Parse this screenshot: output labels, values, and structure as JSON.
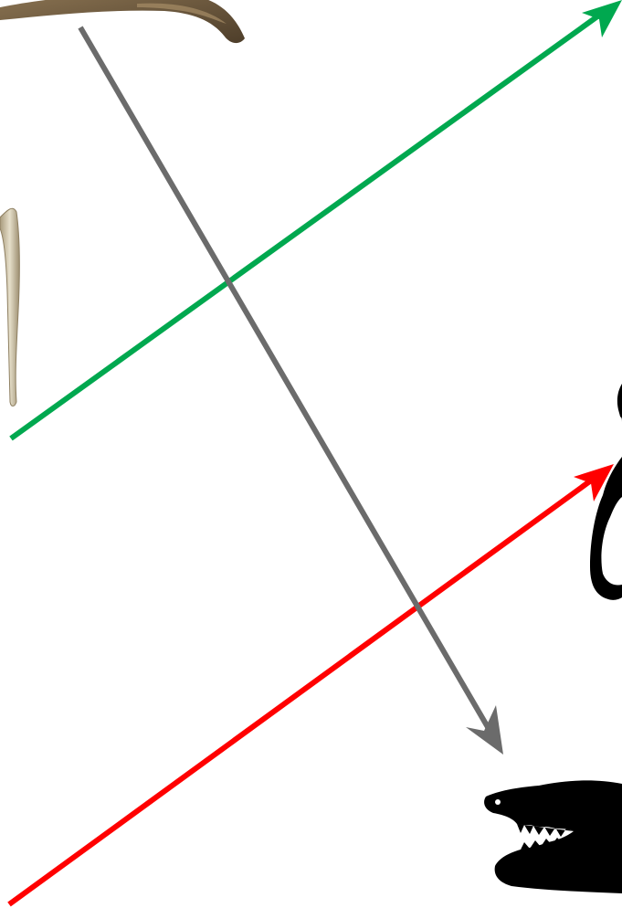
{
  "colors": {
    "background": "#ffffff",
    "green_arrow": "#00a84f",
    "red_arrow": "#ff0000",
    "gray_arrow": "#6b6b6b",
    "silhouette": "#000000",
    "fossil_tan": "#d6cdb3",
    "fossil_brown": "#6e5a40"
  },
  "arrows": [
    {
      "name": "green-arrow",
      "color_key": "green_arrow"
    },
    {
      "name": "gray-arrow",
      "color_key": "gray_arrow"
    },
    {
      "name": "red-arrow",
      "color_key": "red_arrow"
    }
  ],
  "images": [
    {
      "name": "dinosaur-fossil-image",
      "description_key": "fossil"
    },
    {
      "name": "bird-silhouette-image",
      "description_key": "bird"
    },
    {
      "name": "crocodile-silhouette-image",
      "description_key": "crocodile"
    }
  ]
}
